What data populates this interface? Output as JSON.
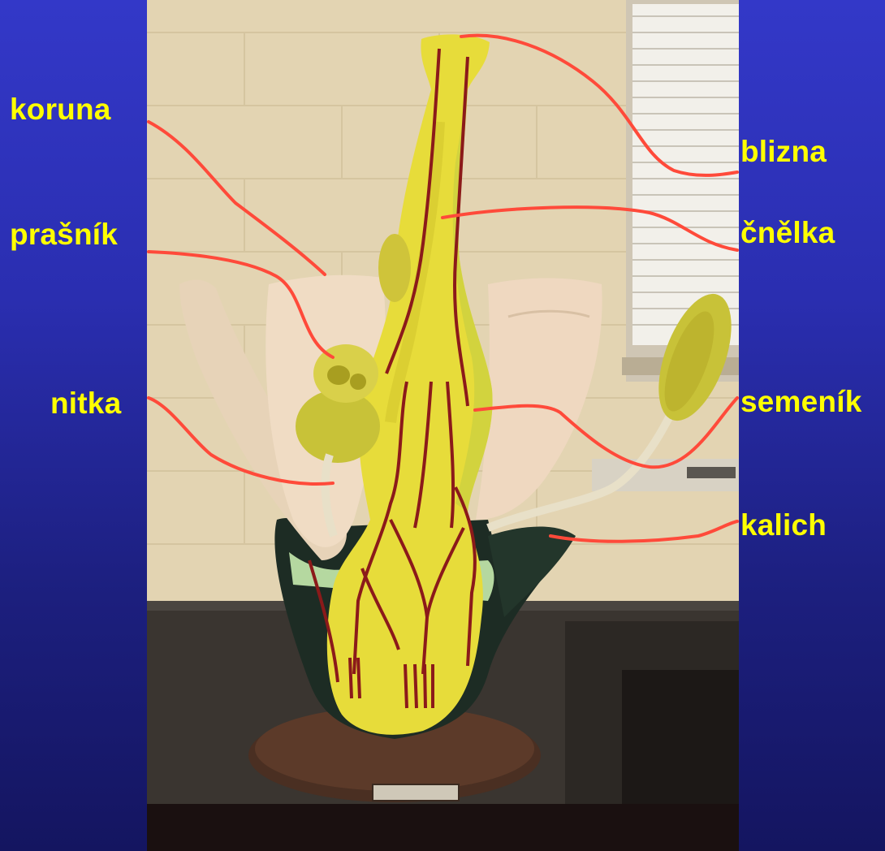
{
  "labels": {
    "koruna": "koruna",
    "prasnik": "prašník",
    "nitka": "nitka",
    "blizna": "blizna",
    "cnelka": "čnělka",
    "semenik": "semeník",
    "kalich": "kalich"
  },
  "colors": {
    "background_top": "#3338c8",
    "background_bottom": "#141560",
    "label_text": "#ffff00",
    "leader_line": "#ff4a3a",
    "model_yellow": "#e6dc3c",
    "petal": "#ecd6be",
    "calyx": "#1b2a22",
    "vein": "#8b1a1a",
    "wall": "#e9dcc0"
  }
}
